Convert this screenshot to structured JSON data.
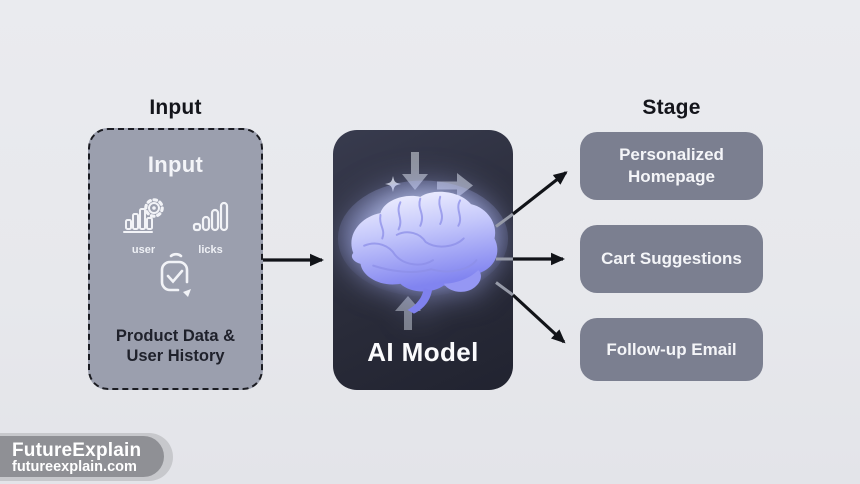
{
  "columns": {
    "input_title": "Input",
    "stage_title": "Stage"
  },
  "input_box": {
    "heading": "Input",
    "icons": [
      {
        "name": "bar-chart-gear-icon",
        "label": "user"
      },
      {
        "name": "ascending-bars-icon",
        "label": "licks"
      },
      {
        "name": "sync-check-icon",
        "label": ""
      }
    ],
    "caption_line1": "Product Data &",
    "caption_line2": "User History"
  },
  "ai_box": {
    "label": "AI Model"
  },
  "stages": [
    {
      "label": "Personalized Homepage"
    },
    {
      "label": "Cart Suggestions"
    },
    {
      "label": "Follow-up Email"
    }
  ],
  "watermark": {
    "brand": "FutureExplain",
    "url": "futureexplain.com"
  },
  "colors": {
    "background": "#e8e9ed",
    "input_box_fill": "#9b9fae",
    "ai_box_fill": "#2b2d3a",
    "stage_box_fill": "#7b7f90",
    "arrow": "#111318",
    "brain_purple": "#8689f2",
    "watermark_fill": "#8f9095"
  }
}
